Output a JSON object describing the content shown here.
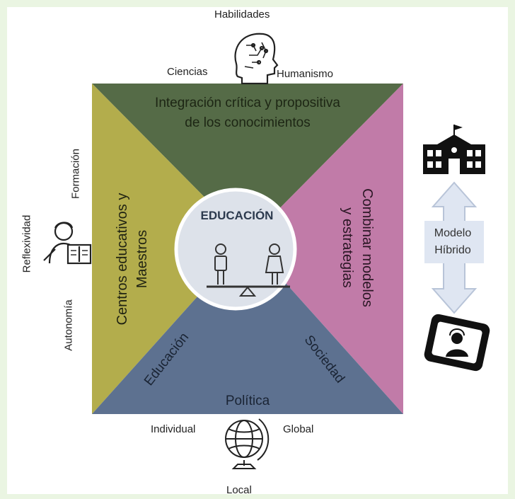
{
  "center": {
    "title": "EDUCACIÓN"
  },
  "segments": {
    "top": {
      "line1": "Integración crítica y propositiva",
      "line2": "de los conocimientos",
      "color": "#556b47"
    },
    "left": {
      "line1": "Centros educativos y",
      "line2": "Maestros",
      "color": "#b3ad4c"
    },
    "right": {
      "line1": "Combinar modelos",
      "line2": "y estrategias",
      "color": "#c17ba8"
    },
    "bottom": {
      "left_label": "Educación",
      "right_label": "Sociedad",
      "bottom_label": "Política",
      "color": "#5d7190"
    }
  },
  "outer_top": {
    "top": "Habilidades",
    "left": "Ciencias",
    "right": "Humanismo"
  },
  "outer_left": {
    "top": "Formación",
    "middle": "Reflexividad",
    "bottom": "Autonomía"
  },
  "outer_bottom": {
    "left": "Individual",
    "right": "Global",
    "bottom": "Local"
  },
  "outer_right": {
    "arrow_line1": "Modelo",
    "arrow_line2": "Híbrido"
  },
  "icons": [
    "brain-head-icon",
    "teacher-icon",
    "school-building-icon",
    "video-call-icon",
    "globe-icon",
    "balance-people-icon"
  ],
  "colors": {
    "center_fill": "#dde2ea",
    "center_stroke": "#5a6e8a",
    "arrow_fill": "#dfe6f2",
    "arrow_stroke": "#b8c4d8"
  }
}
